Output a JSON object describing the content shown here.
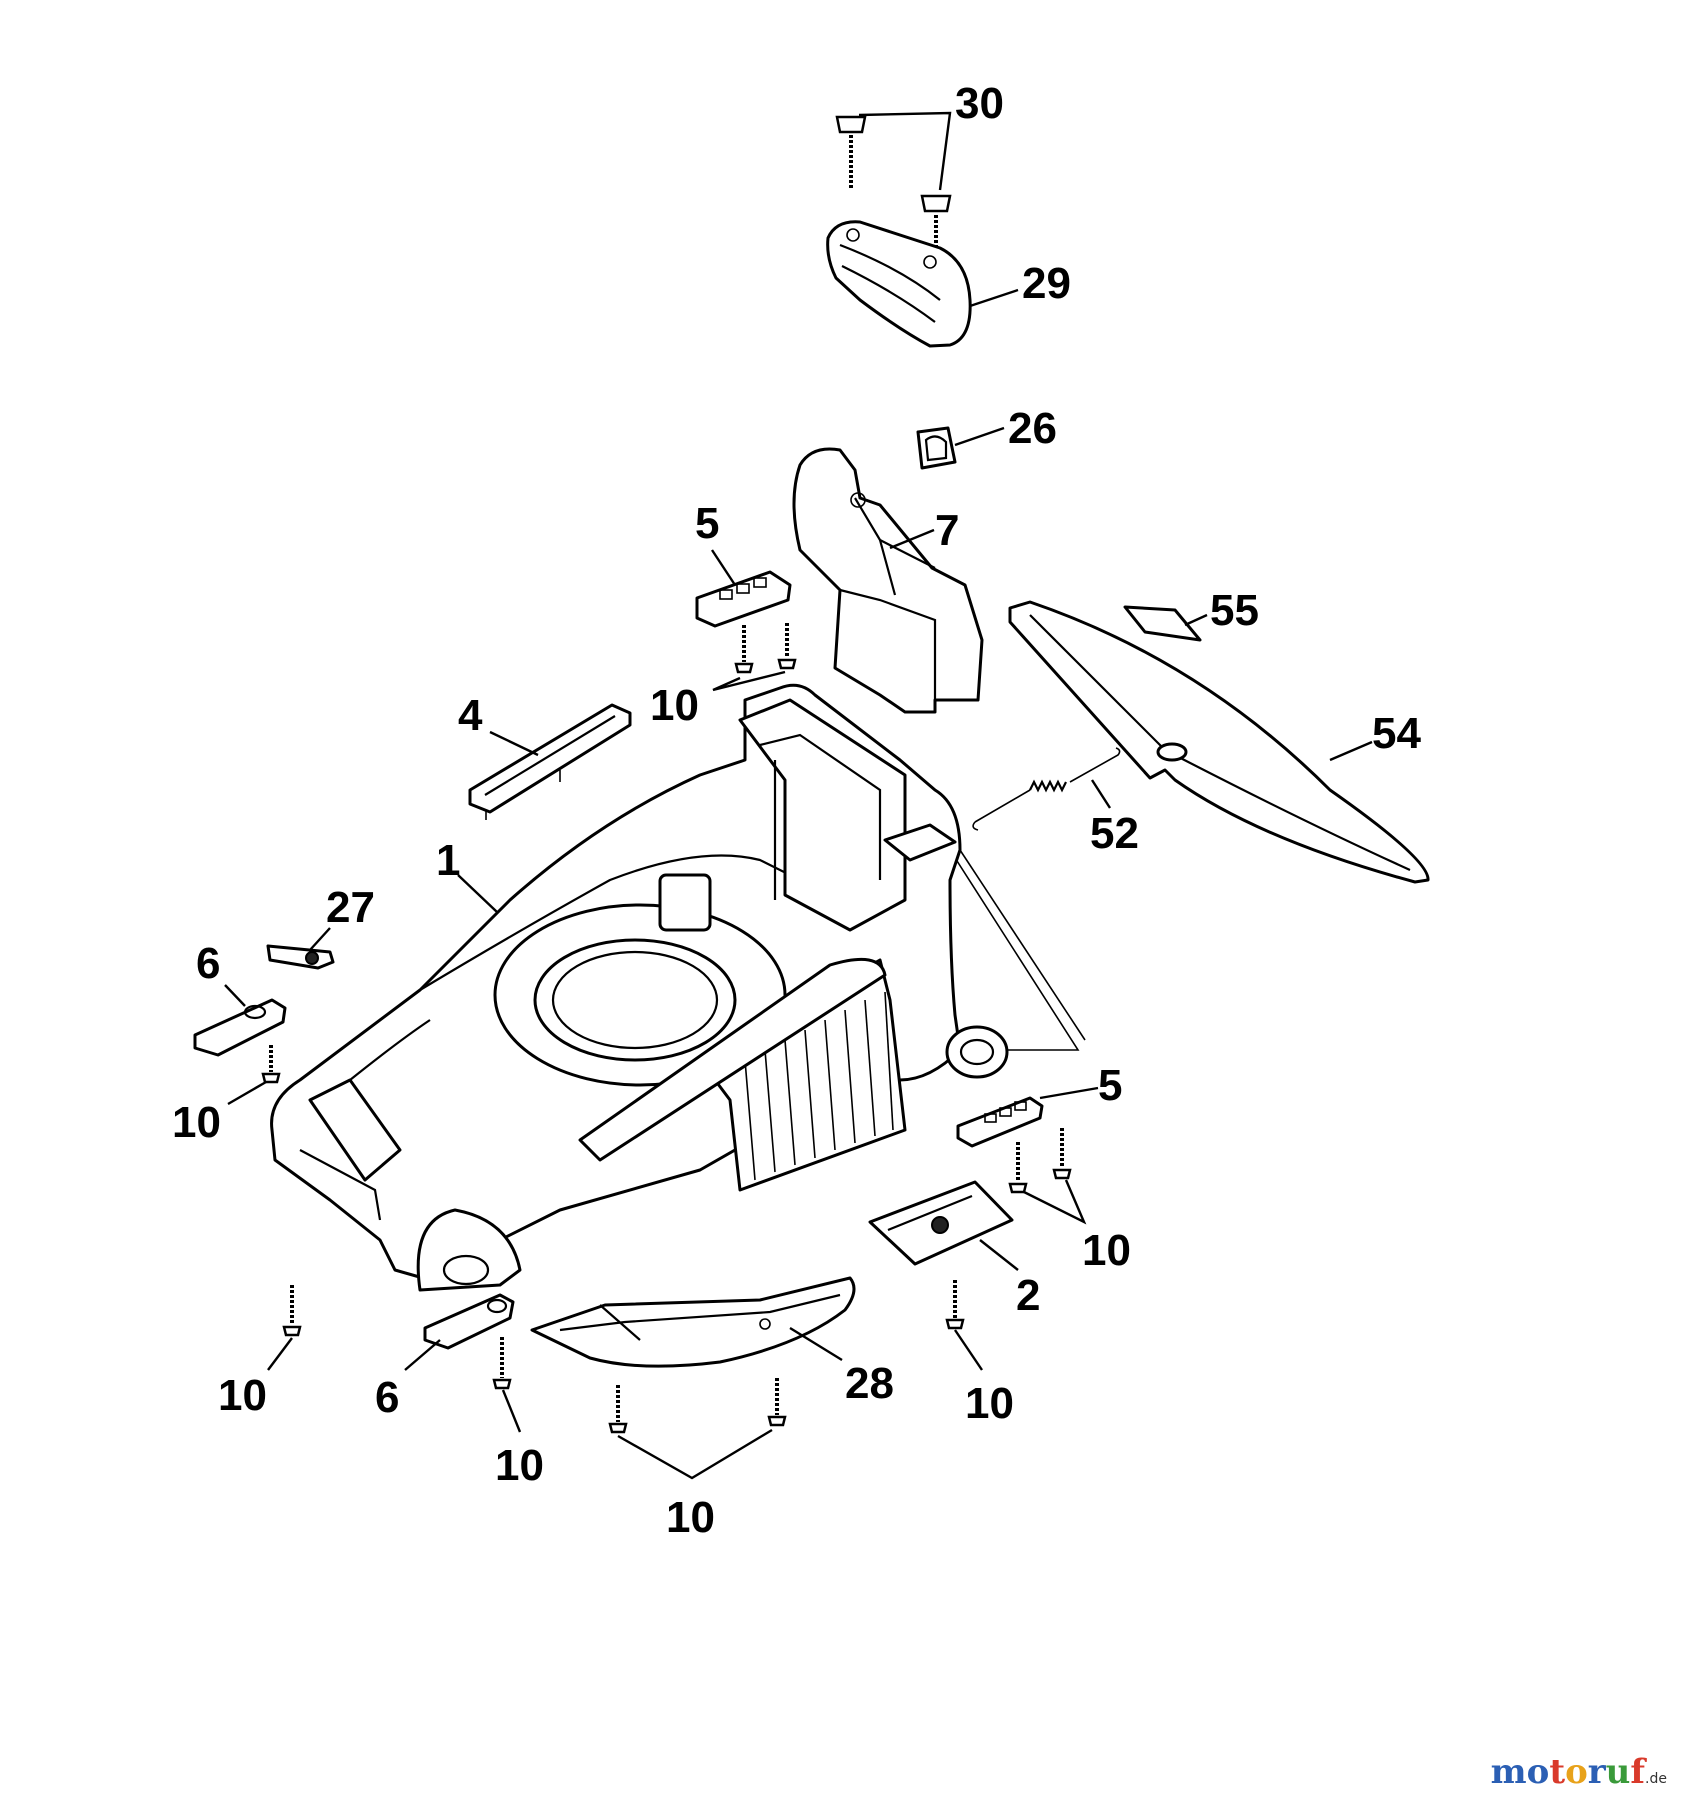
{
  "callouts": {
    "c30": "30",
    "c29": "29",
    "c26": "26",
    "c5a": "5",
    "c7": "7",
    "c55": "55",
    "c10a": "10",
    "c54": "54",
    "c4": "4",
    "c52": "52",
    "c1": "1",
    "c27": "27",
    "c6a": "6",
    "c10b": "10",
    "c5b": "5",
    "c10c": "10",
    "c2": "2",
    "c10d": "10",
    "c6b": "6",
    "c28": "28",
    "c10e": "10",
    "c10f": "10",
    "c10g": "10"
  },
  "watermark": {
    "letters": [
      "m",
      "o",
      "t",
      "o",
      "r",
      "u",
      "f"
    ],
    "colors": [
      "#2b5fb4",
      "#2b5fb4",
      "#d93a2b",
      "#e8a21a",
      "#2b5fb4",
      "#3a9a3a",
      "#d93a2b"
    ],
    "suffix": ".de"
  }
}
